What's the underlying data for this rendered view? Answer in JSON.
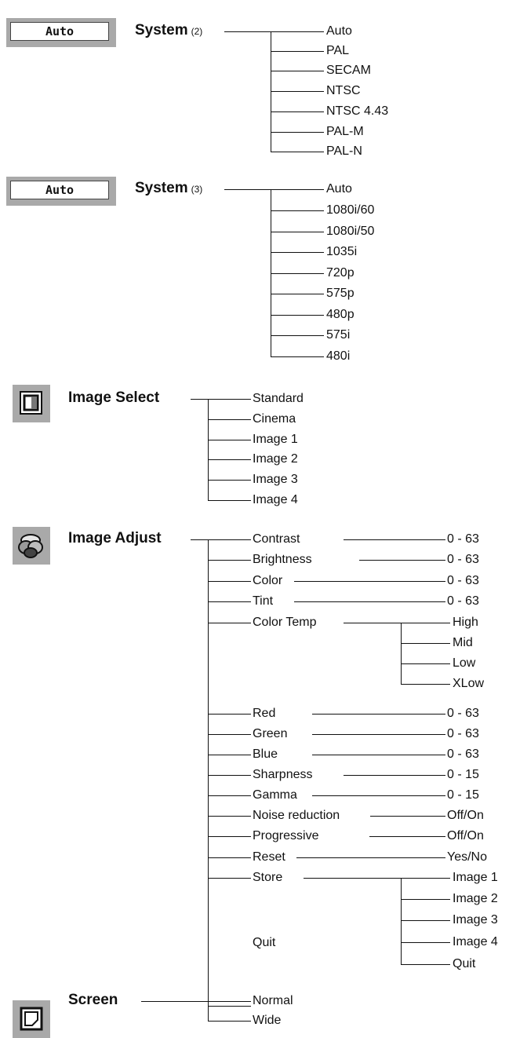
{
  "sections": [
    {
      "id": "system2",
      "title": "System",
      "note": "(2)",
      "badge": "Auto",
      "icon": "",
      "items": [
        "Auto",
        "PAL",
        "SECAM",
        "NTSC",
        "NTSC 4.43",
        "PAL-M",
        "PAL-N"
      ]
    },
    {
      "id": "system3",
      "title": "System",
      "note": "(3)",
      "badge": "Auto",
      "icon": "",
      "items": [
        "Auto",
        "1080i/60",
        "1080i/50",
        "1035i",
        "720p",
        "575p",
        "480p",
        "575i",
        "480i"
      ]
    },
    {
      "id": "image_select",
      "title": "Image Select",
      "note": "",
      "badge": "",
      "icon": "image-select-icon",
      "items": [
        "Standard",
        "Cinema",
        "Image 1",
        "Image 2",
        "Image 3",
        "Image 4"
      ]
    },
    {
      "id": "image_adjust",
      "title": "Image Adjust",
      "note": "",
      "badge": "",
      "icon": "image-adjust-icon",
      "items": [
        {
          "label": "Contrast",
          "value": "0 - 63"
        },
        {
          "label": "Brightness",
          "value": "0 - 63"
        },
        {
          "label": "Color",
          "value": "0 - 63"
        },
        {
          "label": "Tint",
          "value": "0 - 63"
        },
        {
          "label": "Color Temp",
          "options": [
            "High",
            "Mid",
            "Low",
            "XLow"
          ]
        },
        {
          "label": "Red",
          "value": "0 - 63"
        },
        {
          "label": "Green",
          "value": "0 - 63"
        },
        {
          "label": "Blue",
          "value": "0 - 63"
        },
        {
          "label": "Sharpness",
          "value": "0 - 15"
        },
        {
          "label": "Gamma",
          "value": "0 - 15"
        },
        {
          "label": "Noise reduction",
          "value": "Off/On"
        },
        {
          "label": "Progressive",
          "value": "Off/On"
        },
        {
          "label": "Reset",
          "value": "Yes/No"
        },
        {
          "label": "Store",
          "options": [
            "Image 1",
            "Image 2",
            "Image 3",
            "Image 4",
            "Quit"
          ]
        },
        {
          "label": "Quit"
        }
      ]
    },
    {
      "id": "screen",
      "title": "Screen",
      "note": "",
      "badge": "",
      "icon": "screen-icon",
      "items": [
        "Normal",
        "Wide"
      ]
    }
  ],
  "colors": {
    "line": "#111111",
    "icon_bg": "#a9a9a9",
    "text": "#111111"
  }
}
